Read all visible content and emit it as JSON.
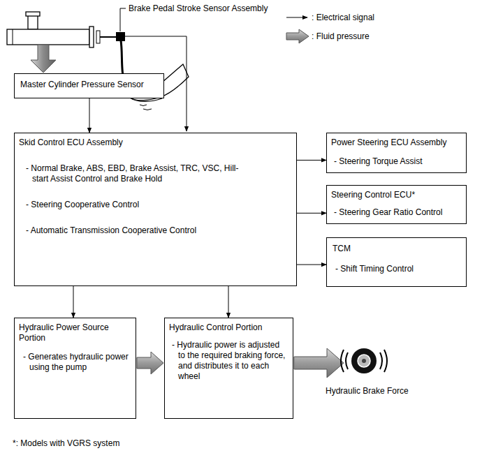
{
  "diagram": {
    "nodes": [
      {
        "text": [
          "Master Cylinder Pressure Sensor"
        ]
      },
      {
        "text": [
          "Skid Control ECU Assembly",
          "- Normal Brake, ABS, EBD, Brake Assist, TRC, VSC, Hill-start Assist Control and Brake Hold",
          "- Steering Cooperative Control",
          "- Automatic Transmission Cooperative Control"
        ]
      },
      {
        "text": [
          "Power Steering ECU Assembly",
          "- Steering Torque Assist"
        ]
      },
      {
        "text": [
          "Steering Control ECU*",
          "- Steering Gear Ratio Control"
        ]
      },
      {
        "text": [
          "TCM",
          "- Shift Timing Control"
        ]
      },
      {
        "text": [
          "Hydraulic Power Source Portion",
          "- Generates hydraulic power using the pump"
        ]
      },
      {
        "text": [
          "Hydraulic Control Portion",
          "- Hydraulic power is adjusted to the required braking force, and distributes it to each wheel"
        ]
      }
    ],
    "edges": [
      {
        "from": 0,
        "to": 1,
        "arrow": "to"
      },
      {
        "from": 1,
        "to": 2,
        "arrow": "to"
      },
      {
        "from": 1,
        "to": 3,
        "arrow": "to"
      },
      {
        "from": 1,
        "to": 4,
        "arrow": "to"
      },
      {
        "from": 1,
        "to": 5,
        "arrow": "to"
      },
      {
        "from": 1,
        "to": 6,
        "arrow": "to"
      },
      {
        "from": 5,
        "to": 6,
        "arrow": "to"
      }
    ],
    "labels": [
      "Brake Pedal Stroke Sensor Assembly",
      "Hydraulic Brake Force",
      "*: Models with VGRS system"
    ],
    "legend": [
      {
        "text": ": Electrical signal"
      },
      {
        "text": ": Fluid pressure"
      }
    ]
  }
}
